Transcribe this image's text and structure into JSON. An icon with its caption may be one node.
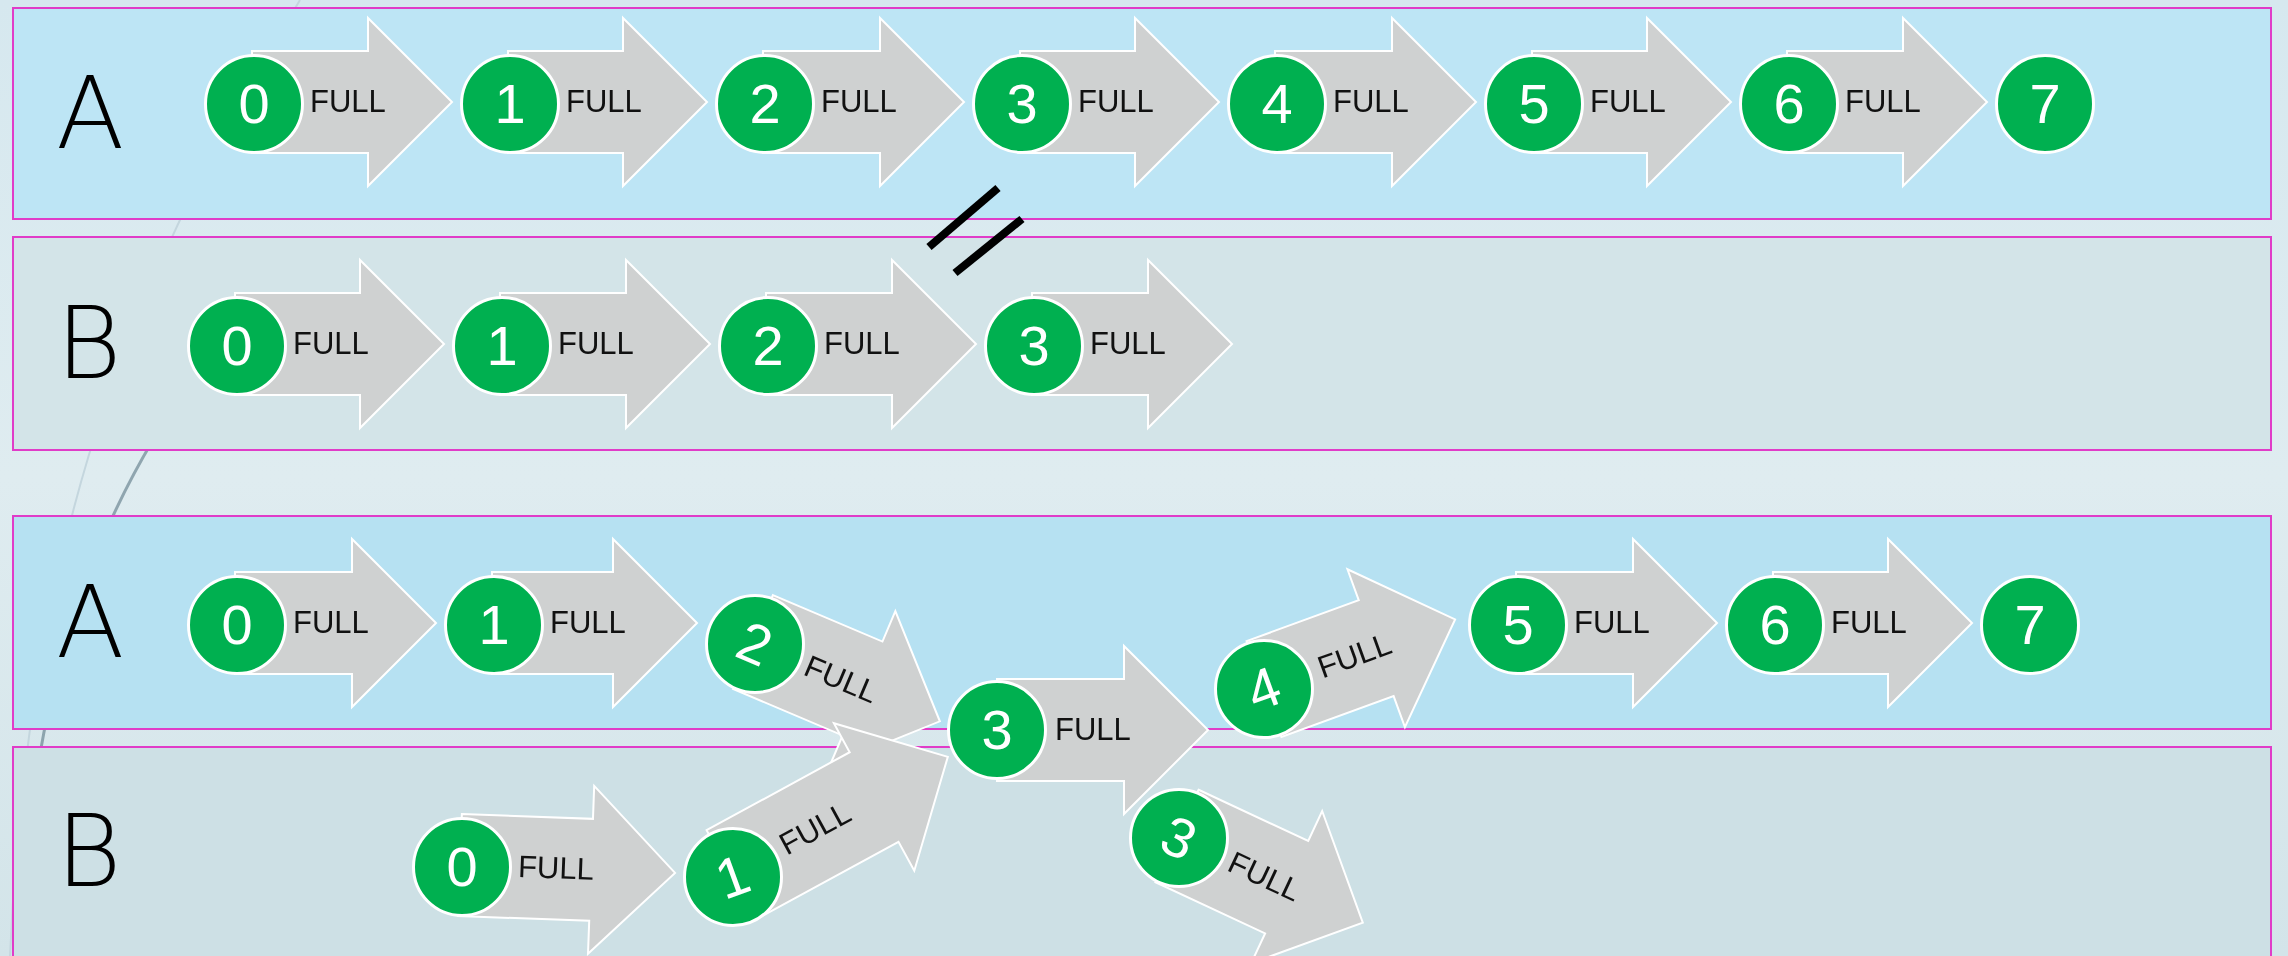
{
  "diagram": {
    "nodes": [
      {
        "text": [
          "A"
        ]
      },
      {
        "text": [
          "0"
        ],
        "in": 0
      },
      {
        "text": [
          "1"
        ],
        "in": 0
      },
      {
        "text": [
          "2"
        ],
        "in": 0
      },
      {
        "text": [
          "3"
        ],
        "in": 0
      },
      {
        "text": [
          "4"
        ],
        "in": 0
      },
      {
        "text": [
          "5"
        ],
        "in": 0
      },
      {
        "text": [
          "6"
        ],
        "in": 0
      },
      {
        "text": [
          "7"
        ],
        "in": 0
      },
      {
        "text": [
          "B"
        ]
      },
      {
        "text": [
          "0"
        ],
        "in": 9
      },
      {
        "text": [
          "1"
        ],
        "in": 9
      },
      {
        "text": [
          "2"
        ],
        "in": 9
      },
      {
        "text": [
          "3"
        ],
        "in": 9
      },
      {
        "text": [
          "A"
        ]
      },
      {
        "text": [
          "0"
        ],
        "in": 14
      },
      {
        "text": [
          "1"
        ],
        "in": 14
      },
      {
        "text": [
          "2"
        ],
        "in": 14
      },
      {
        "text": [
          "3"
        ]
      },
      {
        "text": [
          "4"
        ]
      },
      {
        "text": [
          "5"
        ],
        "in": 14
      },
      {
        "text": [
          "6"
        ],
        "in": 14
      },
      {
        "text": [
          "7"
        ],
        "in": 14
      },
      {
        "text": [
          "B"
        ]
      },
      {
        "text": [
          "0"
        ],
        "in": 23
      },
      {
        "text": [
          "1"
        ],
        "in": 23
      },
      {
        "text": [
          "3"
        ],
        "in": 23
      }
    ],
    "edges": [
      {
        "from": 1,
        "to": 2,
        "arrow": "to",
        "label": "FULL"
      },
      {
        "from": 2,
        "to": 3,
        "arrow": "to",
        "label": "FULL"
      },
      {
        "from": 3,
        "to": 4,
        "arrow": "to",
        "label": "FULL"
      },
      {
        "from": 4,
        "to": 5,
        "arrow": "to",
        "label": "FULL"
      },
      {
        "from": 5,
        "to": 6,
        "arrow": "to",
        "label": "FULL"
      },
      {
        "from": 6,
        "to": 7,
        "arrow": "to",
        "label": "FULL"
      },
      {
        "from": 7,
        "to": 8,
        "arrow": "to",
        "label": "FULL"
      },
      {
        "from": 10,
        "to": 11,
        "arrow": "to",
        "label": "FULL"
      },
      {
        "from": 11,
        "to": 12,
        "arrow": "to",
        "label": "FULL"
      },
      {
        "from": 12,
        "to": 13,
        "arrow": "to",
        "label": "FULL"
      },
      {
        "from": 13,
        "to": null,
        "arrow": "to",
        "label": "FULL"
      },
      {
        "from": 15,
        "to": 16,
        "arrow": "to",
        "label": "FULL"
      },
      {
        "from": 16,
        "to": 17,
        "arrow": "to",
        "label": "FULL"
      },
      {
        "from": 17,
        "to": 18,
        "arrow": "to",
        "label": "FULL"
      },
      {
        "from": 18,
        "to": 19,
        "arrow": "to",
        "label": "FULL"
      },
      {
        "from": 19,
        "to": 20,
        "arrow": "to",
        "label": "FULL"
      },
      {
        "from": 20,
        "to": 21,
        "arrow": "to",
        "label": "FULL"
      },
      {
        "from": 21,
        "to": 22,
        "arrow": "to",
        "label": "FULL"
      },
      {
        "from": 24,
        "to": 25,
        "arrow": "to",
        "label": "FULL"
      },
      {
        "from": 25,
        "to": 18,
        "arrow": "to",
        "label": "FULL"
      },
      {
        "from": 26,
        "to": null,
        "arrow": "to",
        "label": "FULL"
      }
    ]
  }
}
